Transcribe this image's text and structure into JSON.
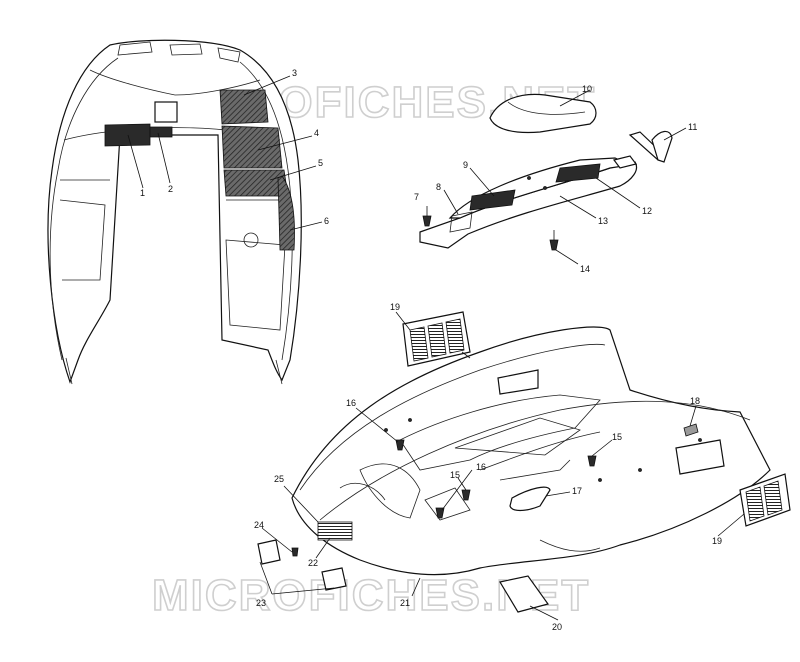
{
  "watermark": {
    "top": "MICROFICHES.NET",
    "bottom": "MICROFICHES.NET"
  },
  "callouts": [
    "1",
    "2",
    "3",
    "4",
    "5",
    "6",
    "7",
    "8",
    "9",
    "10",
    "11",
    "12",
    "13",
    "14",
    "15",
    "15",
    "16",
    "16",
    "17",
    "18",
    "19",
    "19",
    "20",
    "21",
    "22",
    "23",
    "24",
    "25"
  ]
}
